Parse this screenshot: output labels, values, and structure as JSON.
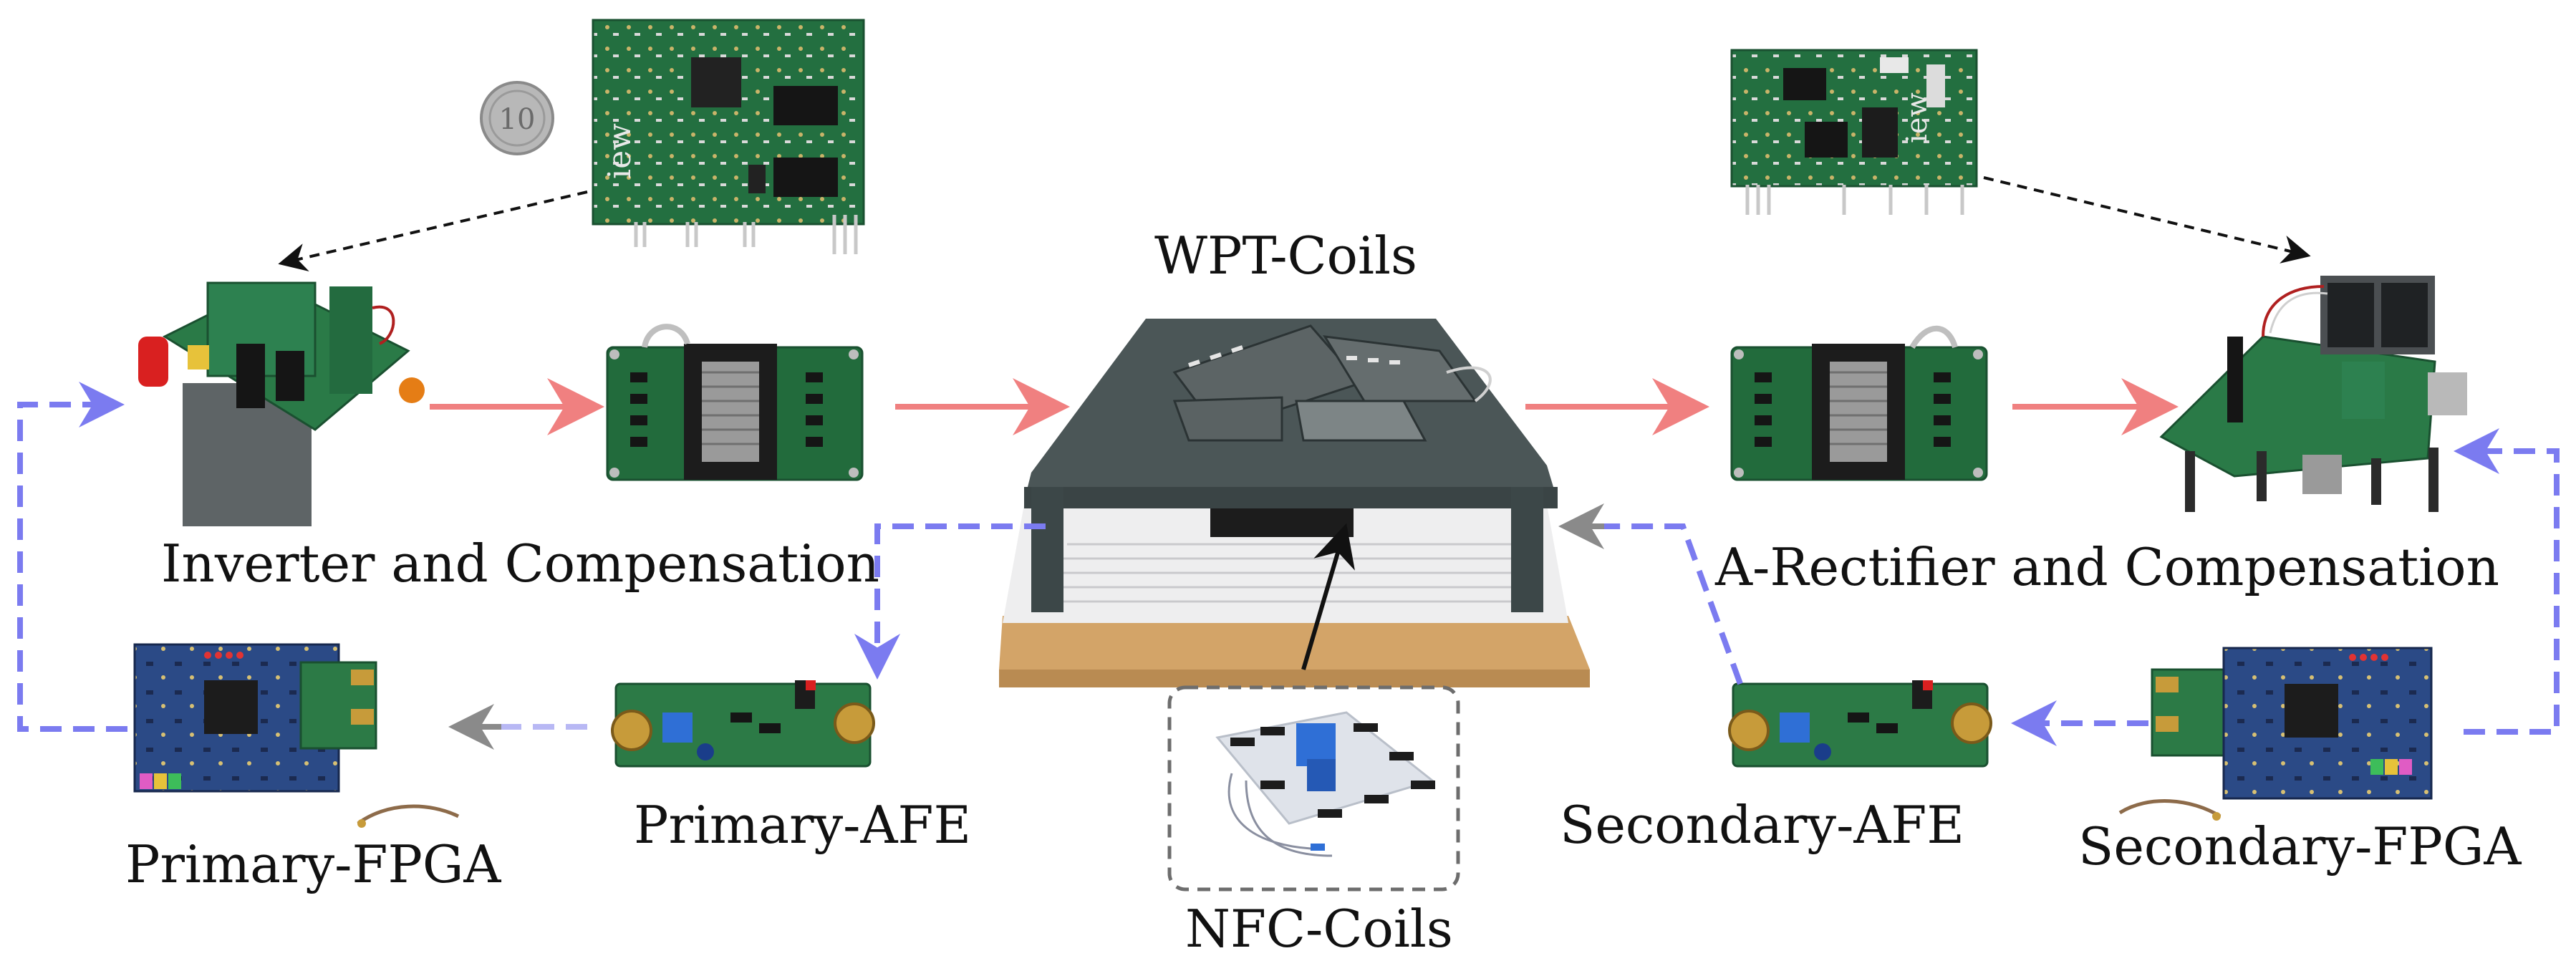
{
  "colors": {
    "power_arrow": "#f08080",
    "signal_arrow": "#7b7bf0",
    "signal_arrow_light": "#b8b8f4",
    "gray_arrow": "#8a8a8a",
    "pcb_green": "#1f6b3a",
    "pcb_light": "#2f8a55",
    "wood": "#d8a86a",
    "frame": "#3c4748"
  },
  "labels": {
    "wpt_coils": "WPT-Coils",
    "inverter": "Inverter and Compensation",
    "rectifier": "A-Rectifier and Compensation",
    "primary_afe": "Primary-AFE",
    "secondary_afe": "Secondary-AFE",
    "primary_fpga": "Primary-FPGA",
    "secondary_fpga": "Secondary-FPGA",
    "nfc_coils": "NFC-Coils"
  },
  "board_marks": {
    "gate_driver_logo": "iew",
    "rectifier_driver_logo": "iew",
    "coin_value": "10"
  }
}
